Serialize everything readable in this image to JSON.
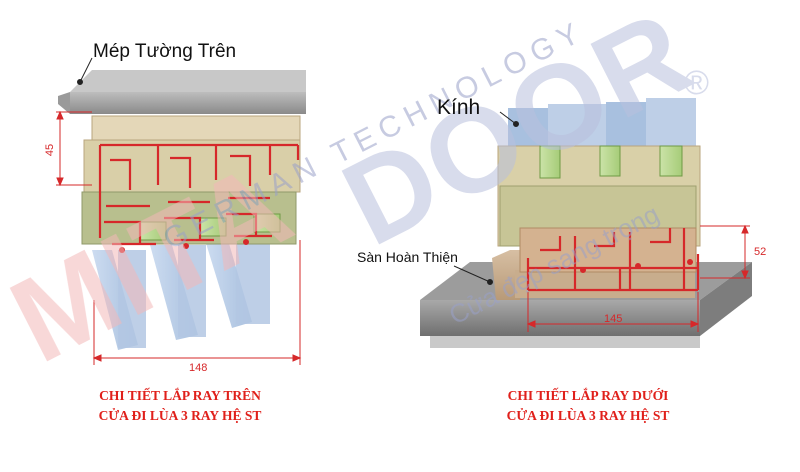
{
  "watermark": {
    "brand": "MITADOOR",
    "registered_mark": "®",
    "tagline_top": "GERMAN TECHNOLOGY",
    "tagline_bottom": "Cửa đẹp sang trọng",
    "colors": {
      "red": "#f3b8b8",
      "blue": "#b9bfdc"
    }
  },
  "left_detail": {
    "label_top": "Mép Tường Trên",
    "dim_height": "45",
    "dim_width": "148",
    "caption_line1": "CHI TIẾT LẮP RAY TRÊN",
    "caption_line2": "CỬA ĐI LÙA 3 RAY HỆ ST"
  },
  "right_detail": {
    "label_glass": "Kính",
    "label_floor": "Sàn Hoàn Thiện",
    "dim_height": "52",
    "dim_width": "145",
    "caption_line1": "CHI TIẾT LẮP RAY DƯỚI",
    "caption_line2": "CỬA ĐI LÙA 3 RAY HỆ ST"
  },
  "colors": {
    "caption": "#e0201b",
    "dimension": "#d6282a",
    "profile_red": "#d6282a",
    "frame": "#c9c29a",
    "glass": "#a8c0dc",
    "concrete": "#8f8f8f"
  }
}
